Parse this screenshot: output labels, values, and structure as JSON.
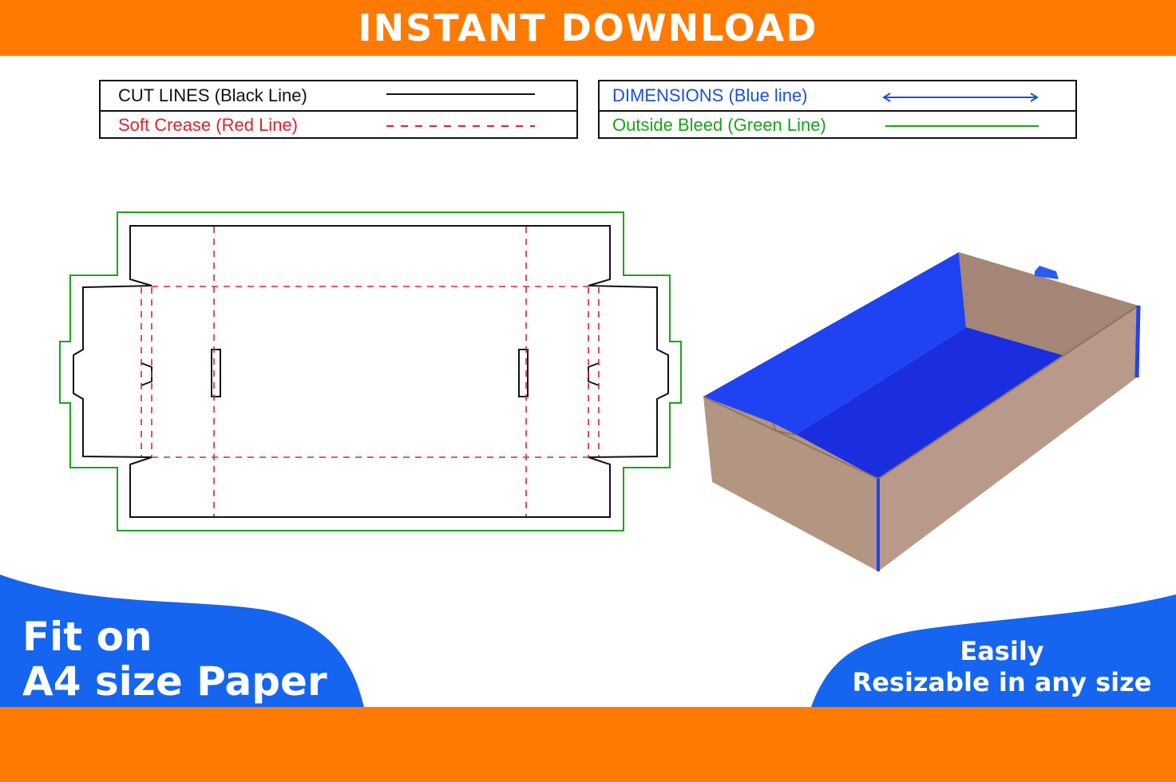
{
  "header": {
    "title": "INSTANT DOWNLOAD",
    "bg_color": "#ff7a00"
  },
  "legend_left": {
    "cut_label": "CUT LINES (Black Line)",
    "crease_label": "Soft Crease (Red Line)"
  },
  "legend_right": {
    "dimensions_label": "DIMENSIONS (Blue line)",
    "bleed_label": "Outside Bleed (Green Line)"
  },
  "colors": {
    "cut": "#111111",
    "crease": "#e0232a",
    "dimension": "#1a4fe0",
    "bleed": "#1aa31a",
    "box_brown": "#b29682",
    "box_blue": "#1f43f2",
    "badge_blue": "#1565f0",
    "accent_orange": "#ff7a00"
  },
  "footer": {
    "left_badge": {
      "line1": "Fit on",
      "line2": "A4 size Paper"
    },
    "right_badge": {
      "line1": "Easily",
      "line2": "Resizable in any size"
    }
  }
}
